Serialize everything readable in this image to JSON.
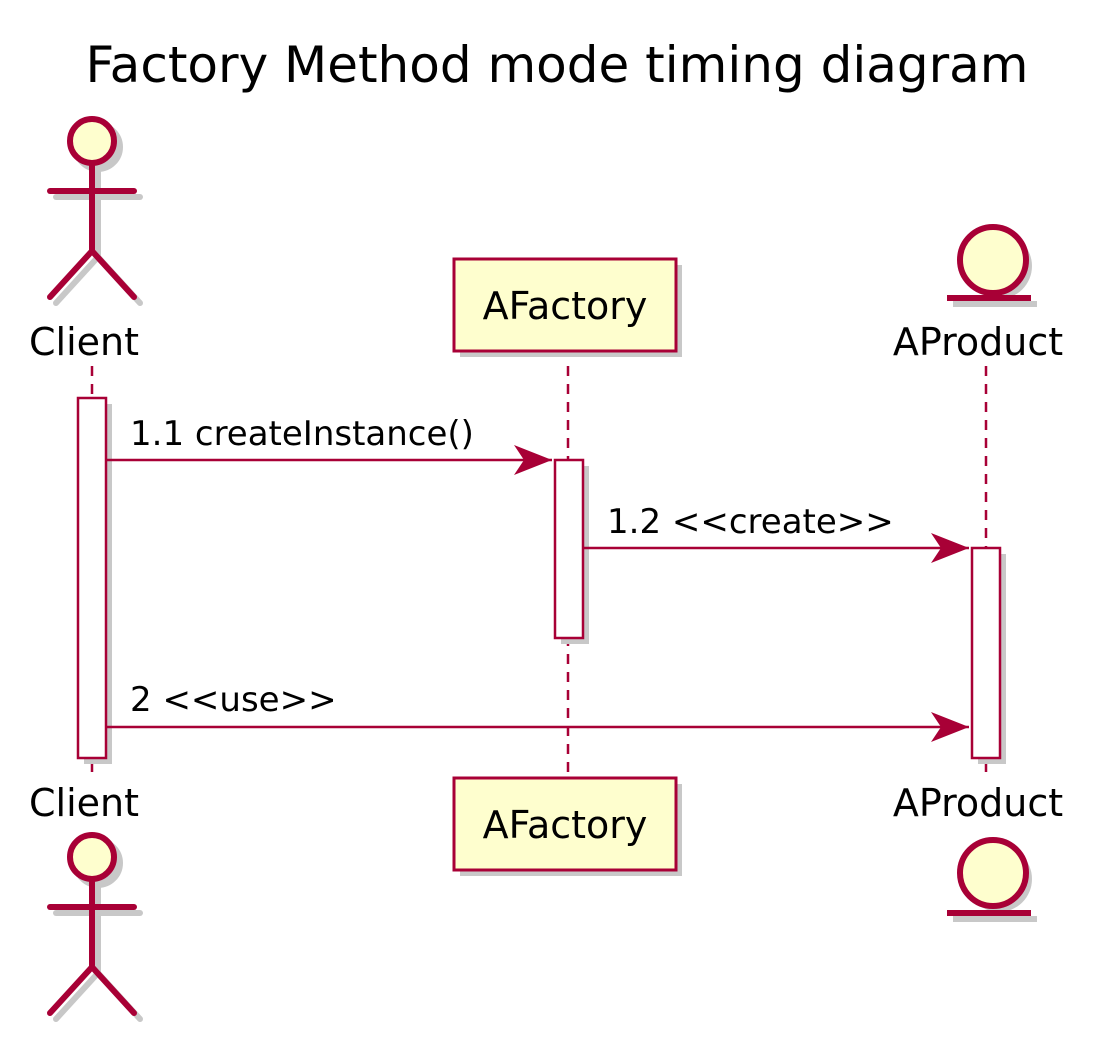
{
  "title": "Factory Method mode timing diagram",
  "participants": {
    "client": {
      "label": "Client",
      "kind": "actor"
    },
    "factory": {
      "label": "AFactory",
      "kind": "participant"
    },
    "product": {
      "label": "AProduct",
      "kind": "entity"
    }
  },
  "messages": [
    {
      "label": "1.1 createInstance()",
      "from": "Client",
      "to": "AFactory"
    },
    {
      "label": "1.2 <<create>>",
      "from": "AFactory",
      "to": "AProduct"
    },
    {
      "label": "2 <<use>>",
      "from": "Client",
      "to": "AProduct"
    }
  ],
  "colors": {
    "stroke": "#A80036",
    "fill": "#FEFECE",
    "shadow": "#C8C8C8",
    "activation_fill": "#FFFFFF"
  }
}
